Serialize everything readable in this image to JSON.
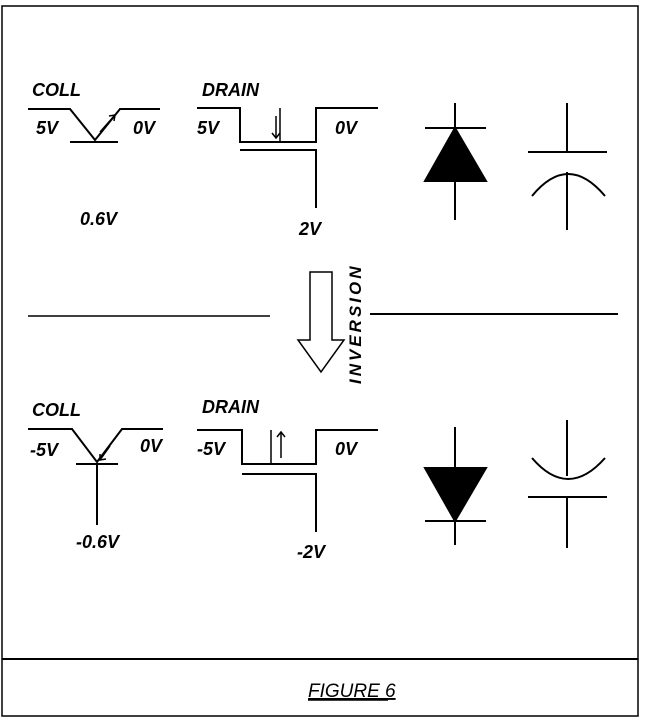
{
  "top": {
    "coll_label": "COLL",
    "coll_left_v": "5V",
    "coll_right_v": "0V",
    "coll_bottom_v": "0.6V",
    "drain_label": "DRAIN",
    "drain_left_v": "5V",
    "drain_right_v": "0V",
    "drain_bottom_v": "2V"
  },
  "bottom": {
    "coll_label": "COLL",
    "coll_left_v": "-5V",
    "coll_right_v": "0V",
    "coll_bottom_v": "-0.6V",
    "drain_label": "DRAIN",
    "drain_left_v": "-5V",
    "drain_right_v": "0V",
    "drain_bottom_v": "-2V"
  },
  "inversion_label": "INVERSION",
  "caption": "FIGURE 6"
}
